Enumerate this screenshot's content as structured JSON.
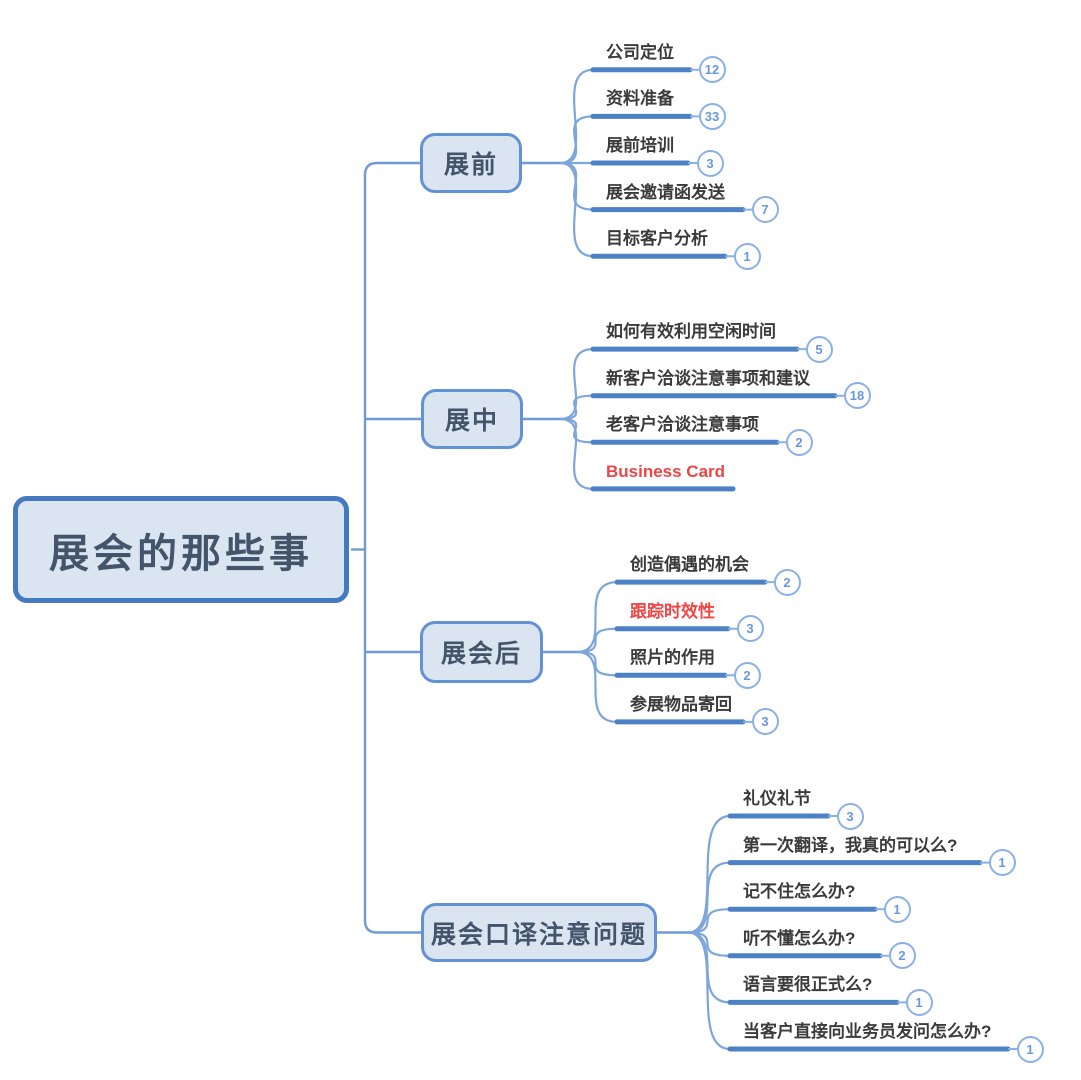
{
  "diagram": {
    "title": "展会的那些事",
    "colors": {
      "accent_blue": "#4c81c6",
      "trunk_blue": "#6f9ad3",
      "node_fill": "#dbe5f1",
      "node_border": "#4579c0",
      "branch_border": "#6292d4",
      "node_text": "#44546a",
      "badge_border": "#8ab1e6",
      "badge_text": "#6b97dd",
      "label_text": "#3b3b3b",
      "highlight_red": "#ee4545"
    },
    "branches": [
      {
        "label": "展前",
        "children": [
          {
            "label": "公司定位",
            "badge": "12"
          },
          {
            "label": "资料准备",
            "badge": "33"
          },
          {
            "label": "展前培训",
            "badge": "3"
          },
          {
            "label": "展会邀请函发送",
            "badge": "7"
          },
          {
            "label": "目标客户分析",
            "badge": "1"
          }
        ]
      },
      {
        "label": "展中",
        "children": [
          {
            "label": "如何有效利用空闲时间",
            "badge": "5"
          },
          {
            "label": "新客户洽谈注意事项和建议",
            "badge": "18"
          },
          {
            "label": "老客户洽谈注意事项",
            "badge": "2"
          },
          {
            "label": "Business Card",
            "badge": null,
            "highlight": true
          }
        ]
      },
      {
        "label": "展会后",
        "children": [
          {
            "label": "创造偶遇的机会",
            "badge": "2"
          },
          {
            "label": "跟踪时效性",
            "badge": "3",
            "highlight": true
          },
          {
            "label": "照片的作用",
            "badge": "2"
          },
          {
            "label": "参展物品寄回",
            "badge": "3"
          }
        ]
      },
      {
        "label": "展会口译注意问题",
        "children": [
          {
            "label": "礼仪礼节",
            "badge": "3"
          },
          {
            "label": "第一次翻译，我真的可以么?",
            "badge": "1"
          },
          {
            "label": "记不住怎么办?",
            "badge": "1"
          },
          {
            "label": "听不懂怎么办?",
            "badge": "2"
          },
          {
            "label": "语言要很正式么?",
            "badge": "1"
          },
          {
            "label": "当客户直接向业务员发问怎么办?",
            "badge": "1"
          }
        ]
      }
    ]
  }
}
